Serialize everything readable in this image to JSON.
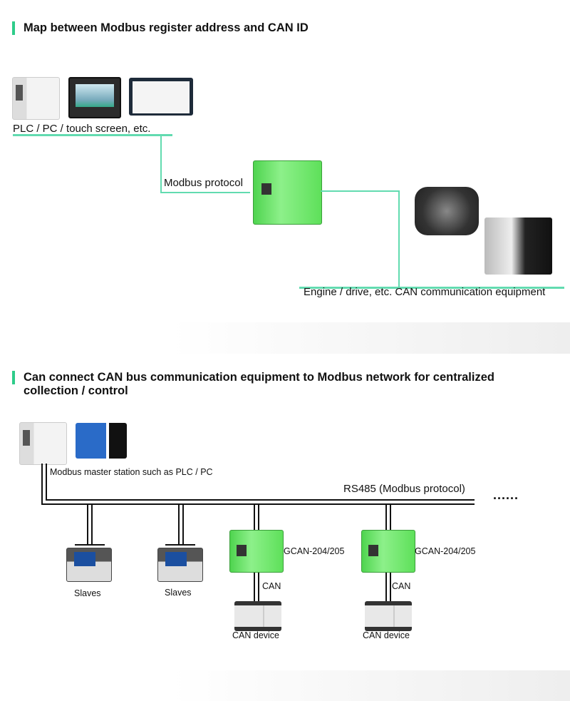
{
  "section1": {
    "title": "Map between Modbus register address and CAN ID",
    "masters_label": "PLC / PC / touch screen, etc.",
    "link_label": "Modbus protocol",
    "equipment_label": "Engine / drive, etc. CAN communication equipment"
  },
  "section2": {
    "title_line1": "Can connect CAN bus communication equipment to Modbus network for centralized",
    "title_line2": "collection / control",
    "master_label": "Modbus master station such as PLC / PC",
    "bus_label": "RS485 (Modbus protocol)",
    "more_indicator": "......",
    "slaves": [
      {
        "label": "Slaves"
      },
      {
        "label": "Slaves"
      }
    ],
    "gateways": [
      {
        "label": "GCAN-204/205",
        "link_label": "CAN",
        "device_label": "CAN device"
      },
      {
        "label": "GCAN-204/205",
        "link_label": "CAN",
        "device_label": "CAN device"
      }
    ]
  },
  "colors": {
    "accent": "#2ecc8a",
    "connector": "#62dbb0",
    "bus": "#111111"
  }
}
